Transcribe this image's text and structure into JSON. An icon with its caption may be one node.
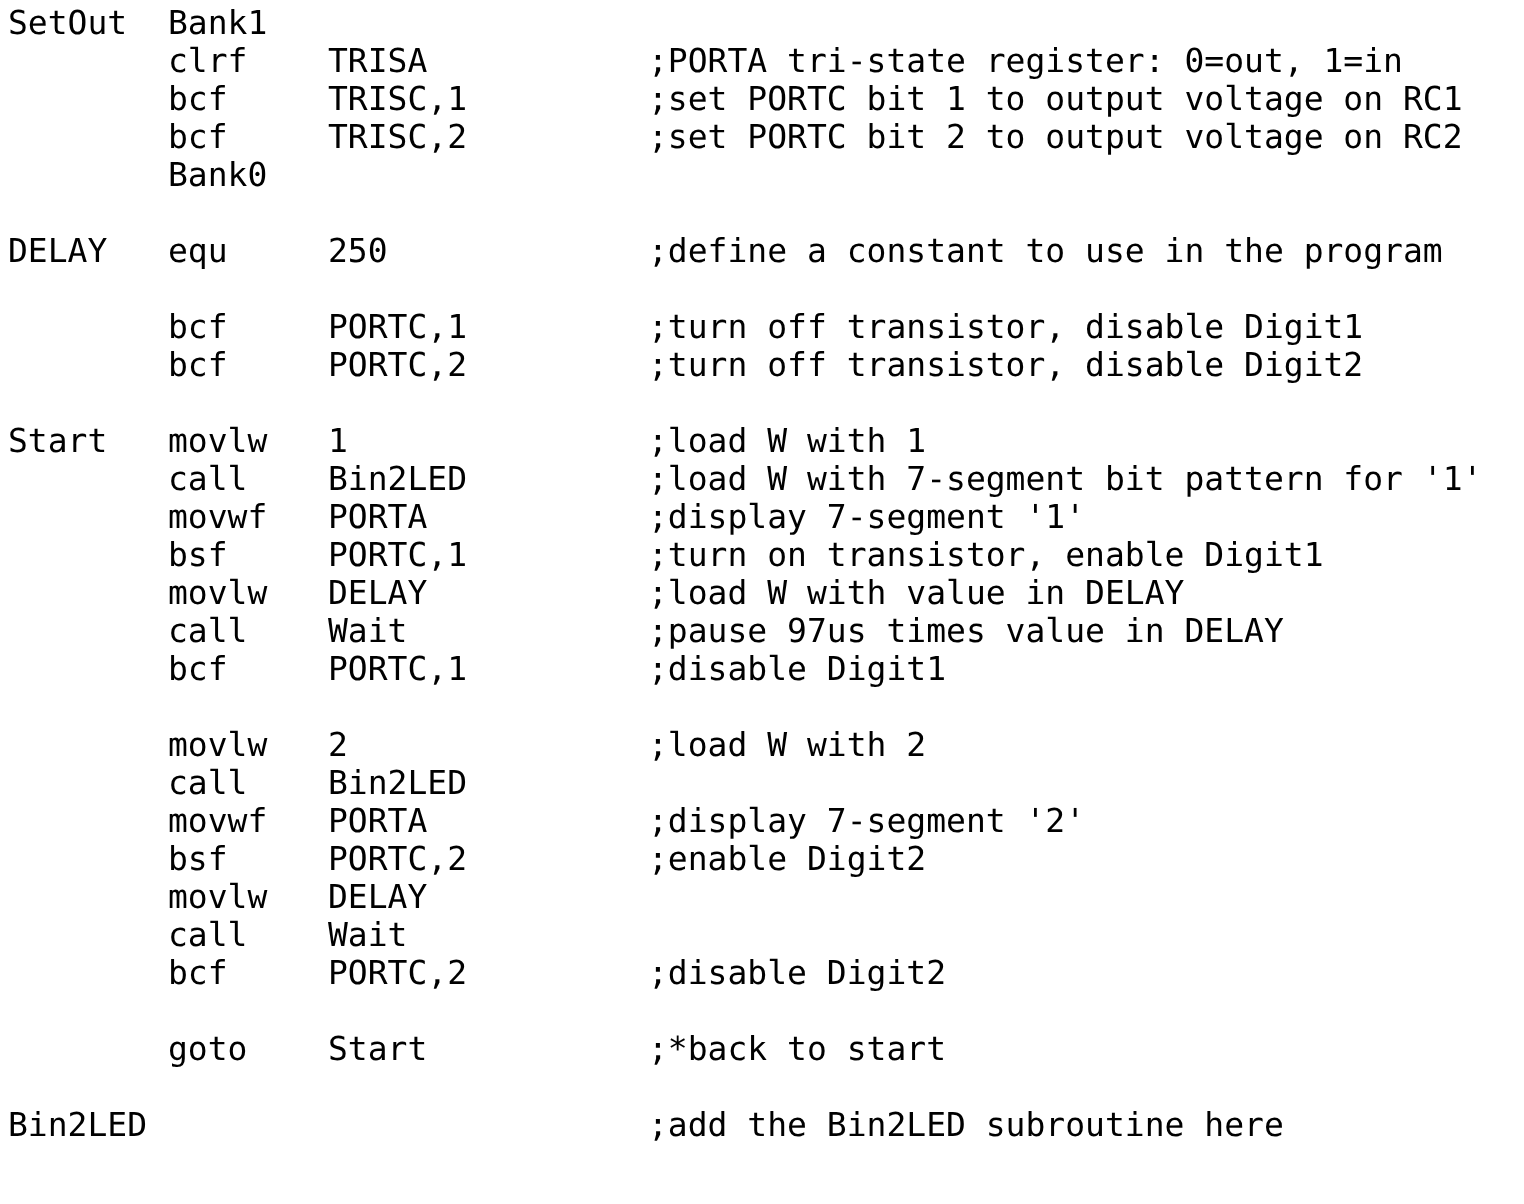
{
  "diagram": {
    "labels": [
      "SetOut",
      "Bank1",
      "clrf",
      "TRISA",
      ";PORTA tri-state register: 0=out, 1=in",
      "bcf",
      "TRISC,1",
      ";set PORTC bit 1 to output voltage on RC1",
      "bcf",
      "TRISC,2",
      ";set PORTC bit 2 to output voltage on RC2",
      "Bank0",
      "DELAY",
      "equ",
      "250",
      ";define a constant to use in the program",
      "bcf",
      "PORTC,1",
      ";turn off transistor, disable Digit1",
      "bcf",
      "PORTC,2",
      ";turn off transistor, disable Digit2",
      "Start",
      "movlw",
      "1",
      ";load W with 1",
      "call",
      "Bin2LED",
      ";load W with 7-segment bit pattern for '1'",
      "movwf",
      "PORTA",
      ";display 7-segment '1'",
      "bsf",
      "PORTC,1",
      ";turn on transistor, enable Digit1",
      "movlw",
      "DELAY",
      ";load W with value in DELAY",
      "call",
      "Wait",
      ";pause 97us times value in DELAY",
      "bcf",
      "PORTC,1",
      ";disable Digit1",
      "movlw",
      "2",
      ";load W with 2",
      "call",
      "Bin2LED",
      "movwf",
      "PORTA",
      ";display 7-segment '2'",
      "bsf",
      "PORTC,2",
      ";enable Digit2",
      "movlw",
      "DELAY",
      "call",
      "Wait",
      "bcf",
      "PORTC,2",
      ";disable Digit2",
      "goto",
      "Start",
      ";*back to start",
      "Bin2LED",
      ";add the Bin2LED subroutine here"
    ]
  }
}
